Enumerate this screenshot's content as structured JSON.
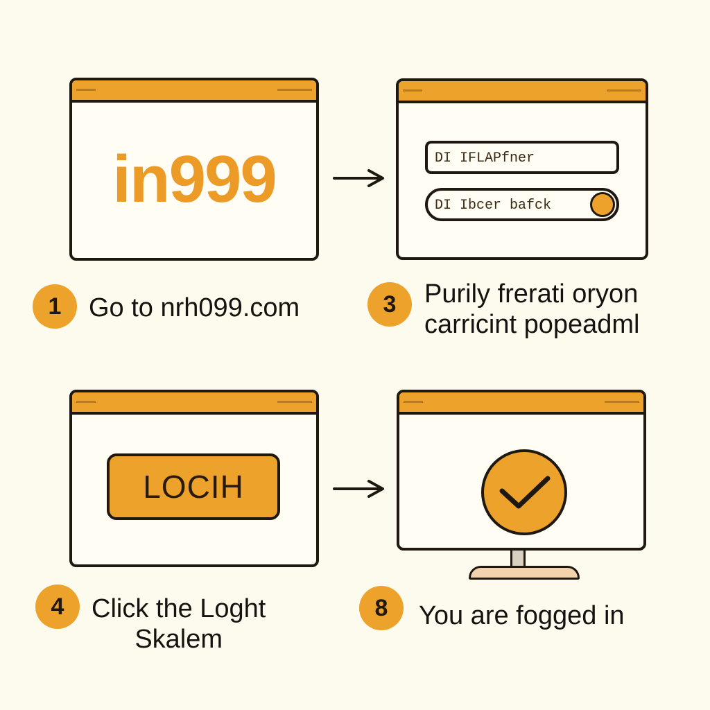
{
  "colors": {
    "background": "#fdfbee",
    "accent": "#eda22b",
    "outline": "#1e1810",
    "text": "#161210"
  },
  "panels": [
    {
      "id": "open-site",
      "logo_text": "in999"
    },
    {
      "id": "enter-credentials",
      "fields": [
        {
          "value": "DI IFLAPfner"
        },
        {
          "value": "DI Ibcer bafck"
        }
      ]
    },
    {
      "id": "click-login",
      "button_label": "LOCIH"
    },
    {
      "id": "logged-in",
      "icon": "check-circle-icon"
    }
  ],
  "arrows": [
    "right-arrow",
    "right-arrow"
  ],
  "steps": [
    {
      "number": "1",
      "lines": [
        "Go to nrh099.com"
      ]
    },
    {
      "number": "3",
      "lines": [
        "Purily frerati oryon",
        "carricint popeadml"
      ]
    },
    {
      "number": "4",
      "lines": [
        "Click the Loght",
        "Skalem"
      ]
    },
    {
      "number": "8",
      "lines": [
        "You are fogged in"
      ]
    }
  ]
}
